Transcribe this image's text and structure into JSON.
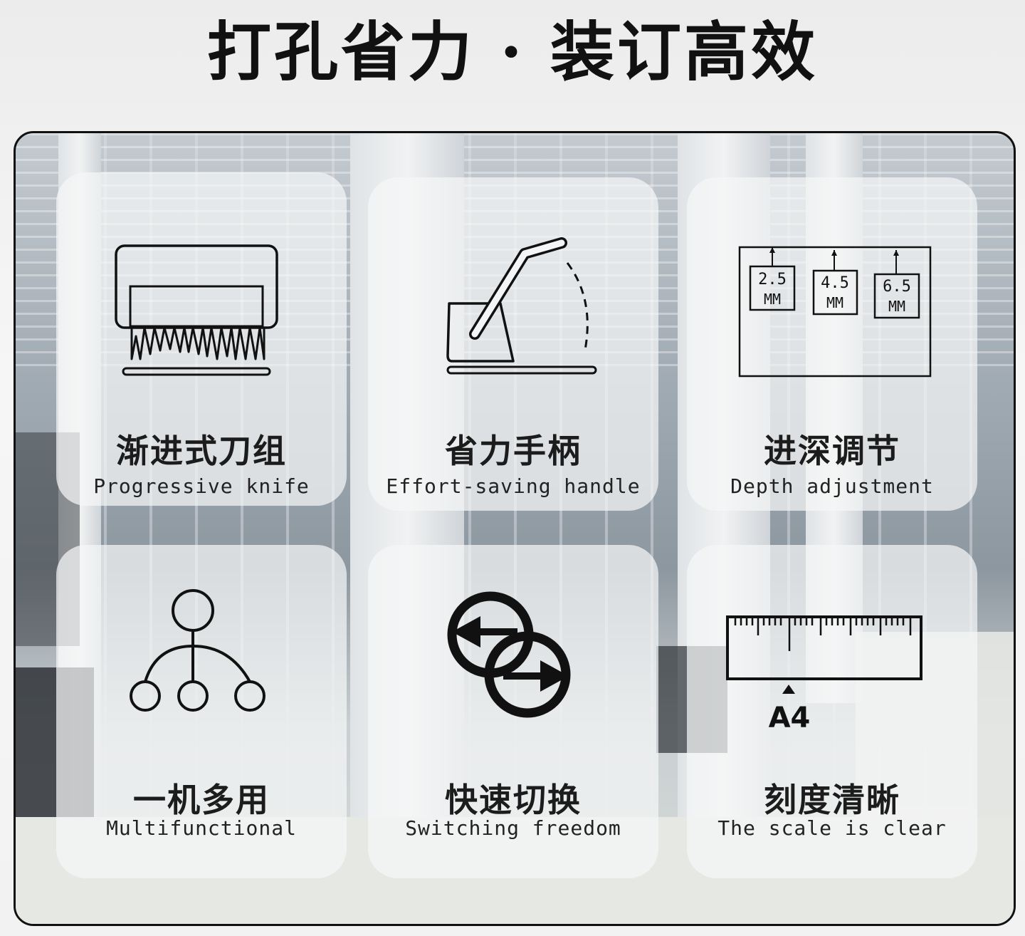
{
  "title": "打孔省力 · 装订高效",
  "features": [
    {
      "cn": "渐进式刀组",
      "en": "Progressive knife",
      "icon": "progressive-knife-icon"
    },
    {
      "cn": "省力手柄",
      "en": "Effort-saving handle",
      "icon": "handle-lever-icon"
    },
    {
      "cn": "进深调节",
      "en": "Depth adjustment",
      "icon": "depth-adjust-icon",
      "depths": [
        {
          "value": "2.5",
          "unit": "MM"
        },
        {
          "value": "4.5",
          "unit": "MM"
        },
        {
          "value": "6.5",
          "unit": "MM"
        }
      ]
    },
    {
      "cn": "一机多用",
      "en": "Multifunctional",
      "icon": "multi-node-icon"
    },
    {
      "cn": "快速切换",
      "en": "Switching freedom",
      "icon": "switch-arrows-icon"
    },
    {
      "cn": "刻度清晰",
      "en": "The scale is clear",
      "icon": "ruler-scale-icon",
      "marker": "A4"
    }
  ]
}
